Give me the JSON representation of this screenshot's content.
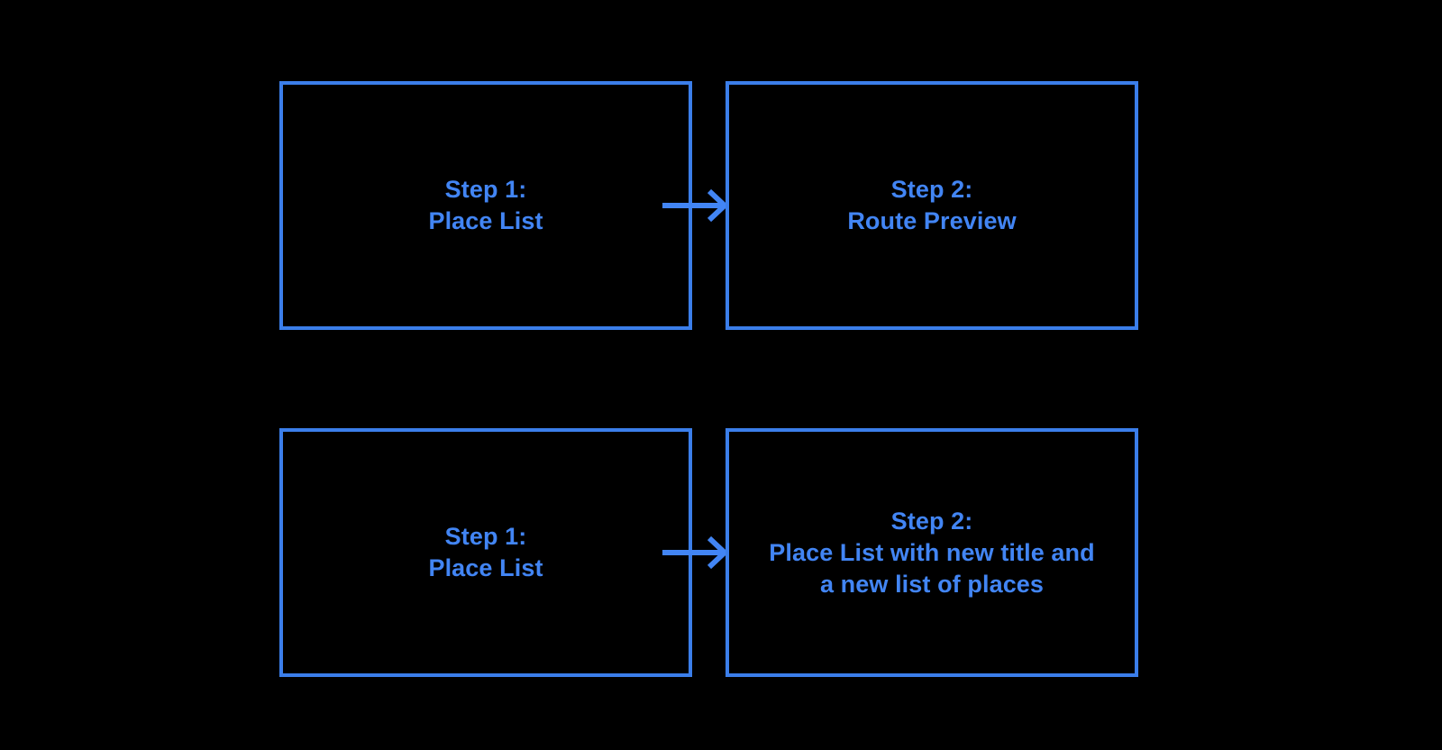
{
  "diagram": {
    "background_color": "#000000",
    "accent_color": "#4285f4",
    "border_color": "#3b7eea",
    "rows": [
      {
        "id": "flow-route-preview",
        "from": {
          "label": "Step 1:\nPlace List"
        },
        "connector": {
          "icon": "arrow-right-icon"
        },
        "to": {
          "label": "Step 2:\nRoute Preview"
        }
      },
      {
        "id": "flow-new-place-list",
        "from": {
          "label": "Step 1:\nPlace List"
        },
        "connector": {
          "icon": "arrow-right-icon"
        },
        "to": {
          "label": "Step 2:\nPlace List with new title and\na new list of places"
        }
      }
    ]
  }
}
